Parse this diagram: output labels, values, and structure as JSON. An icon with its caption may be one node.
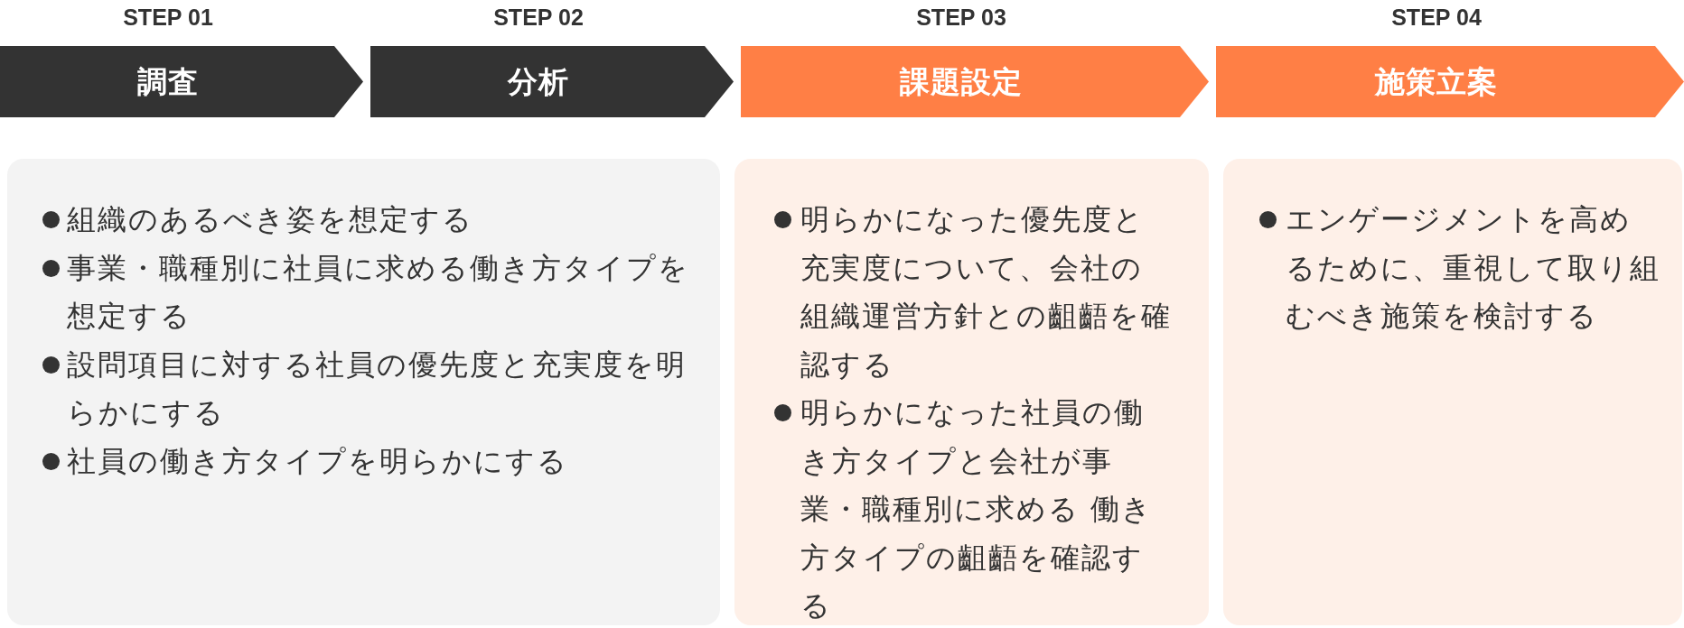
{
  "diagram": {
    "nodes": [
      {
        "text": [
          "STEP 01",
          "調査"
        ]
      },
      {
        "text": [
          "STEP 02",
          "分析"
        ]
      },
      {
        "text": [
          "STEP 03",
          "課題設定"
        ]
      },
      {
        "text": [
          "STEP 04",
          "施策立案"
        ]
      },
      {
        "text": [
          "組織のあるべき姿を想定する",
          "事業・職種別に社員に求める働き方タイプを想定する",
          "設問項目に対する社員の優先度と充実度を明らかにする",
          "社員の働き方タイプを明らかにする"
        ]
      },
      {
        "text": [
          "明らかになった優先度と充実度について、会社の組織運営方針との齟齬を確認する",
          "明らかになった社員の働き方タイプと会社が事業・職種別に求める 働き方タイプの齟齬を確認する"
        ]
      },
      {
        "text": [
          "エンゲージメントを高めるために、重視して取り組むべき施策を検討する"
        ]
      }
    ],
    "edges": []
  }
}
